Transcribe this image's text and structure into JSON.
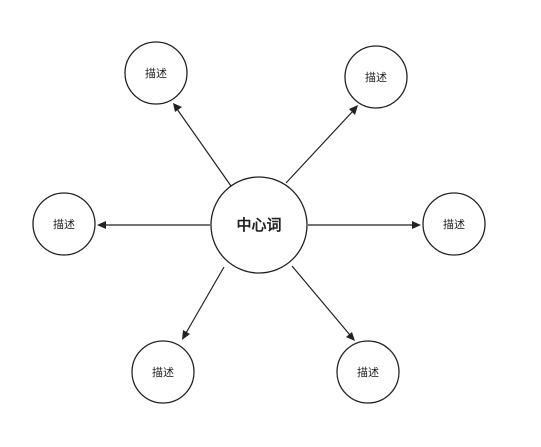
{
  "diagram": {
    "center": {
      "label": "中心词"
    },
    "branches": [
      {
        "id": "top-left",
        "label": "描述"
      },
      {
        "id": "top-right",
        "label": "描述"
      },
      {
        "id": "left",
        "label": "描述"
      },
      {
        "id": "right",
        "label": "描述"
      },
      {
        "id": "bottom-left",
        "label": "描述"
      },
      {
        "id": "bottom-right",
        "label": "描述"
      }
    ],
    "colors": {
      "stroke": "#222222",
      "fill": "#ffffff",
      "background": "#ffffff"
    }
  }
}
